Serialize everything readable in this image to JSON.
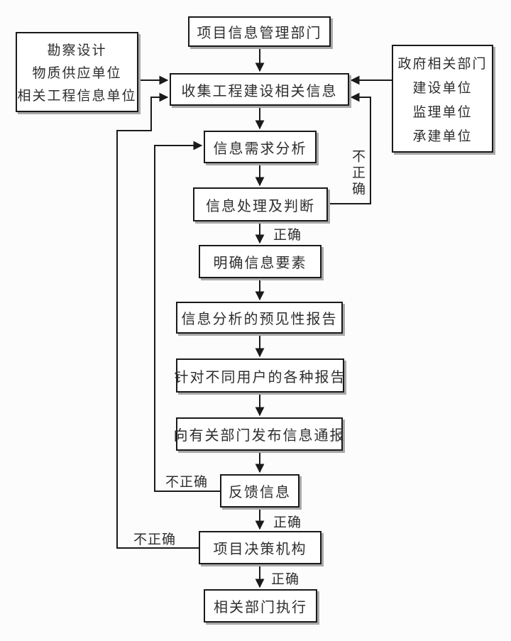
{
  "diagram": {
    "kind": "flowchart",
    "nodes": {
      "project_info_dept": "项目信息管理部门",
      "collect_info": "收集工程建设相关信息",
      "demand_analysis": "信息需求分析",
      "process_judge": "信息处理及判断",
      "clarify_elements": "明确信息要素",
      "forecast_report": "信息分析的预见性报告",
      "user_reports": "针对不同用户的各种报告",
      "notify_depts": "向有关部门发布信息通报",
      "feedback": "反馈信息",
      "decision_body": "项目决策机构",
      "execution": "相关部门执行"
    },
    "left_source_box": {
      "lines": [
        "勘察设计",
        "物质供应单位",
        "相关工程信息单位"
      ]
    },
    "right_source_box": {
      "lines": [
        "政府相关部门",
        "建设单位",
        "监理单位",
        "承建单位"
      ]
    },
    "edge_labels": {
      "correct_after_judge": "正确",
      "correct_after_feedback": "正确",
      "correct_after_decision": "正确",
      "incorrect_judge_loop": "不正确",
      "incorrect_feedback_loop": "不正确",
      "incorrect_decision_loop": "不正确"
    },
    "colors": {
      "line": "#1a1a1a",
      "box_border": "#1a1a1a",
      "box_bg": "#ffffff",
      "box_shadow": "#a8a8a8",
      "page_bg": "#fdfcfc",
      "text": "#2e2e2e"
    }
  }
}
